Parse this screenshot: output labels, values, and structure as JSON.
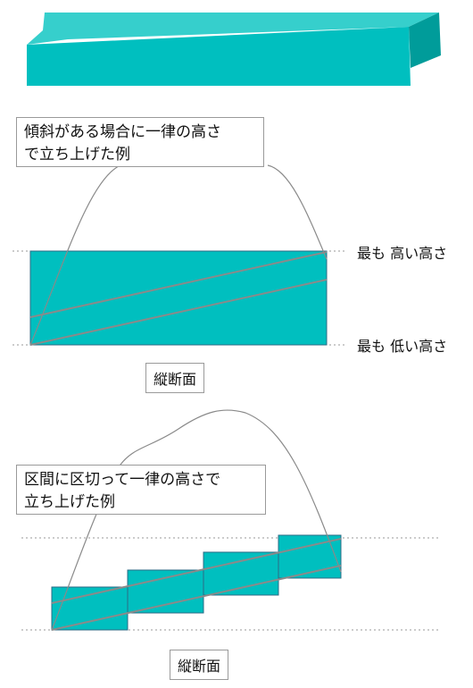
{
  "colors": {
    "teal": "#00BFBF",
    "teal_light": "#36CFCC",
    "teal_dark": "#009C9A",
    "outline": "#2E6B86",
    "guide_line": "#8A8A8A",
    "dotted_line": "#9A9A9A"
  },
  "top_diagram": {
    "callout": {
      "line1": "傾斜がある場合に一律の高さ",
      "line2": "で立ち上げた例"
    },
    "highest_label": "最も 高い高さ",
    "lowest_label": "最も 低い高さ",
    "section_label": "縦断面"
  },
  "bottom_diagram": {
    "callout": {
      "line1": "区間に区切って一律の高さで",
      "line2": "立ち上げた例"
    },
    "section_label": "縦断面"
  }
}
